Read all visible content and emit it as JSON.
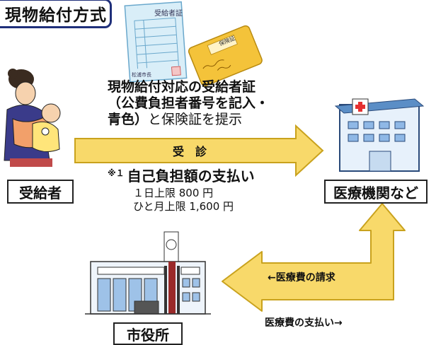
{
  "title": "現物給付方式",
  "certificate": {
    "card_title": "受給者証",
    "card_footer": "松浦市長",
    "card_seal": "松浦市長印",
    "insurance_card_title": "保険証"
  },
  "instruction": {
    "line1": "現物給付対応の受給者証",
    "line2": "（公費負担者番号を記入・",
    "line3_bold": "青色）",
    "line3_rest": "と保険証を提示"
  },
  "visit_arrow_label": "受　診",
  "fee": {
    "mark": "※１",
    "heading": "自己負担額の支払い",
    "daily_limit": "１日上限 800 円",
    "monthly_limit": "ひと月上限 1,600 円"
  },
  "actors": {
    "recipient": "受給者",
    "medical": "医療機関など",
    "city_office": "市役所"
  },
  "flows": {
    "claim": "←医療費の請求",
    "payment": "医療費の支払い→"
  },
  "colors": {
    "arrow_fill": "#f8d96a",
    "arrow_stroke": "#c9a21d",
    "title_border": "#1f2f7a"
  }
}
